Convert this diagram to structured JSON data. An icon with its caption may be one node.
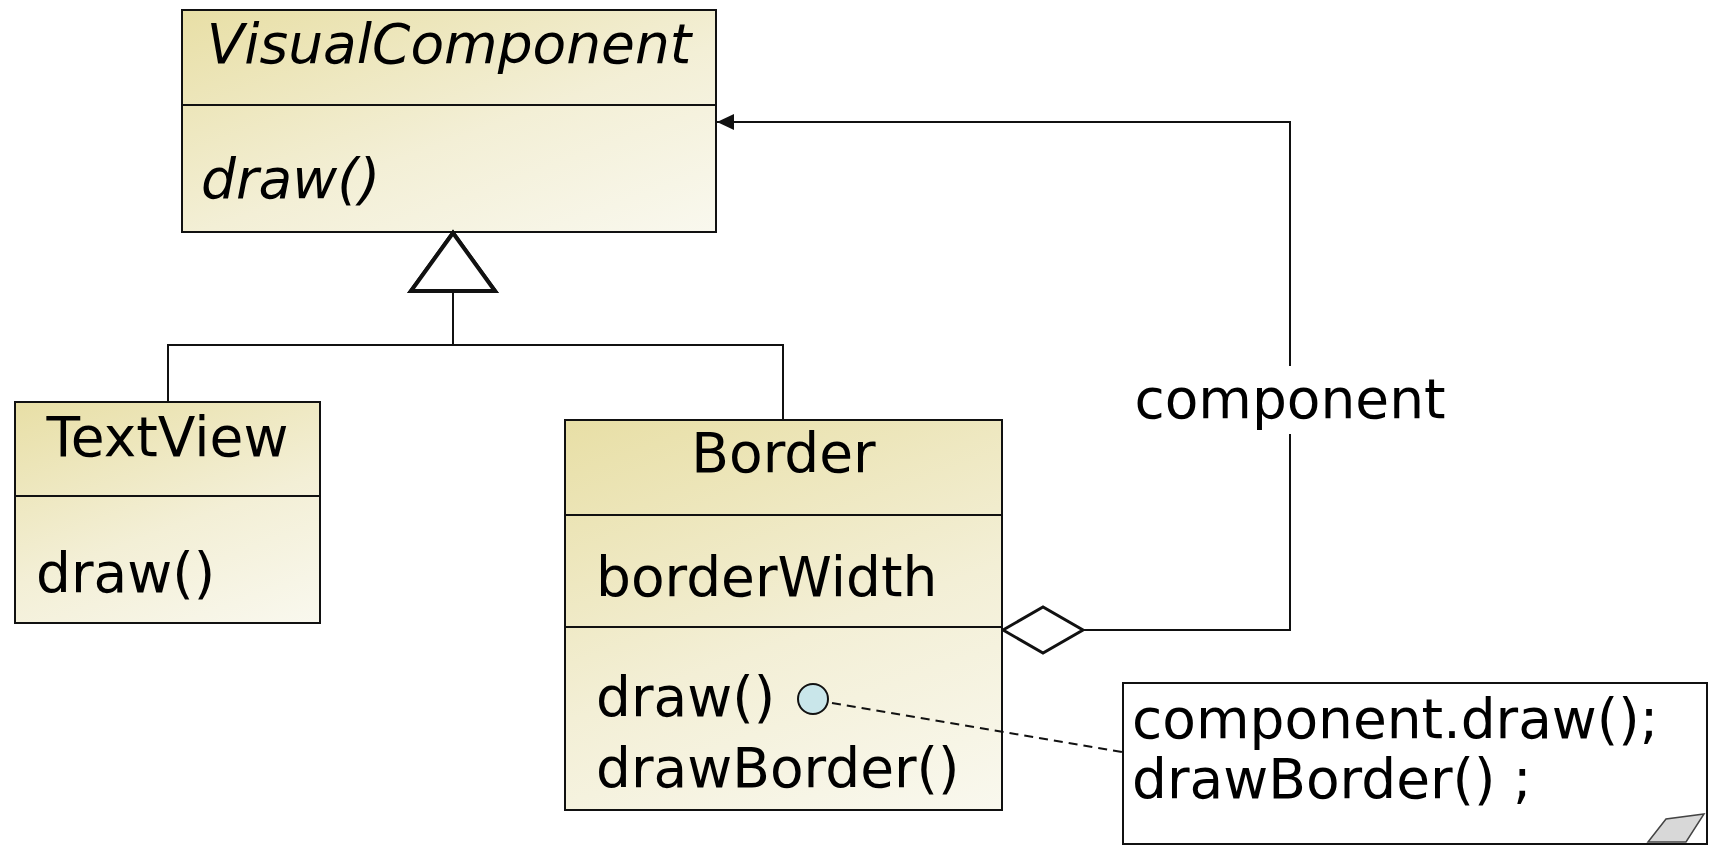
{
  "diagram": {
    "nodes": [
      {
        "text": [
          "VisualComponent",
          "draw()"
        ]
      },
      {
        "text": [
          "TextView",
          "draw()"
        ]
      },
      {
        "text": [
          "Border",
          "borderWidth",
          "draw()",
          "drawBorder()"
        ]
      },
      {
        "text": [
          "component.draw();",
          "drawBorder() ;"
        ]
      },
      {
        "text": [],
        "shape": "circle",
        "in": 2
      }
    ],
    "edges": [
      {
        "from": 1,
        "to": 0,
        "arrow": "to"
      },
      {
        "from": 2,
        "to": 0,
        "arrow": "to"
      },
      {
        "from": 2,
        "to": 0,
        "arrow": "to",
        "label": "component"
      },
      {
        "from": 4,
        "to": 3,
        "arrow": "none",
        "style": "dashed"
      }
    ]
  }
}
